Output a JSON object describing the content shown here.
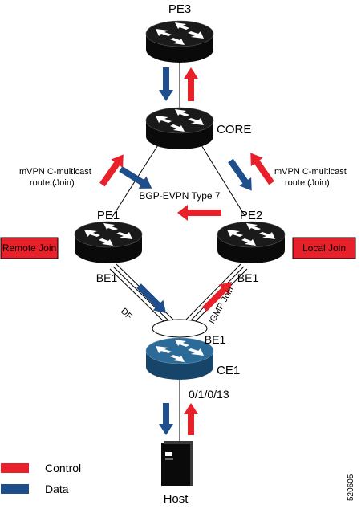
{
  "routers": {
    "pe3": "PE3",
    "core": "CORE",
    "pe1": "PE1",
    "pe2": "PE2",
    "ce1": "CE1"
  },
  "labels": {
    "mvpn_left_1": "mVPN C-multicast",
    "mvpn_left_2": "route (Join)",
    "mvpn_right_1": "mVPN C-multicast",
    "mvpn_right_2": "route (Join)",
    "bgp_evpn": "BGP-EVPN Type 7",
    "be1_left": "BE1",
    "be1_right": "BE1",
    "be1_center": "BE1",
    "df": "DF",
    "igmp_join": "IGMP Join",
    "port": "0/1/0/13",
    "host": "Host",
    "figure_id": "520605"
  },
  "boxes": {
    "remote_join": "Remote Join",
    "local_join": "Local Join"
  },
  "legend": {
    "control": "Control",
    "data": "Data"
  },
  "colors": {
    "control": "#e8202a",
    "data": "#1f4e8c",
    "router_black": "#0a0a0a",
    "router_blue": "#1f5b86",
    "box_fill": "#e8202a"
  }
}
